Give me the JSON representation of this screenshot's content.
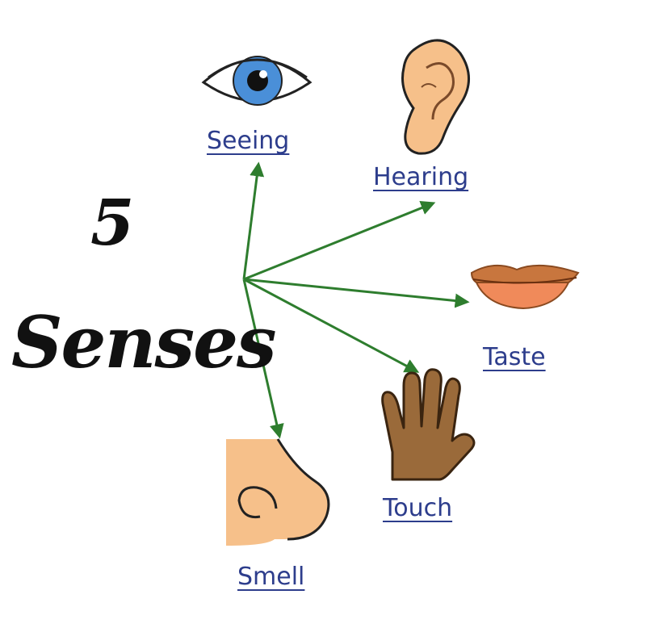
{
  "title": {
    "number": "5",
    "word": "Senses"
  },
  "senses": [
    {
      "id": "seeing",
      "label": "Seeing",
      "icon": "eye-icon"
    },
    {
      "id": "hearing",
      "label": "Hearing",
      "icon": "ear-icon"
    },
    {
      "id": "taste",
      "label": "Taste",
      "icon": "lips-icon"
    },
    {
      "id": "touch",
      "label": "Touch",
      "icon": "hand-icon"
    },
    {
      "id": "smell",
      "label": "Smell",
      "icon": "nose-icon"
    }
  ],
  "colors": {
    "arrow": "#2e7d2e",
    "label": "#2d3d8c",
    "title": "#111111",
    "eye_iris": "#4a8fd8",
    "skin": "#f6c08a",
    "lips": "#f08a5a",
    "hand": "#9a6a3a"
  }
}
